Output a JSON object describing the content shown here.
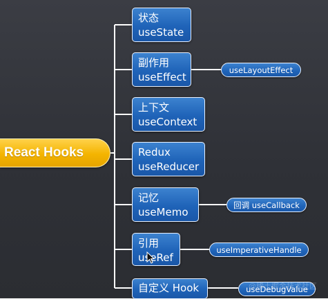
{
  "root": {
    "label": "React Hooks"
  },
  "nodes": [
    {
      "cn": "状态",
      "en": "useState"
    },
    {
      "cn": "副作用",
      "en": "useEffect"
    },
    {
      "cn": "上下文",
      "en": "useContext"
    },
    {
      "cn": "Redux",
      "en": "useReducer"
    },
    {
      "cn": "记忆",
      "en": "useMemo"
    },
    {
      "cn": "引用",
      "en": "useRef"
    },
    {
      "cn": "自定义 Hook",
      "en": ""
    }
  ],
  "related": [
    {
      "label": "useLayoutEffect"
    },
    {
      "label": "回调 useCallback"
    },
    {
      "label": "useImperativeHandle"
    },
    {
      "label": "useDebugValue"
    }
  ],
  "watermark": "@稀土掘金技术社区",
  "colors": {
    "root_fill": "#f4b400",
    "node_fill": "#1f63b8",
    "node_border": "#eaf2ff",
    "wire": "#ffffff",
    "background": "#33353b"
  }
}
